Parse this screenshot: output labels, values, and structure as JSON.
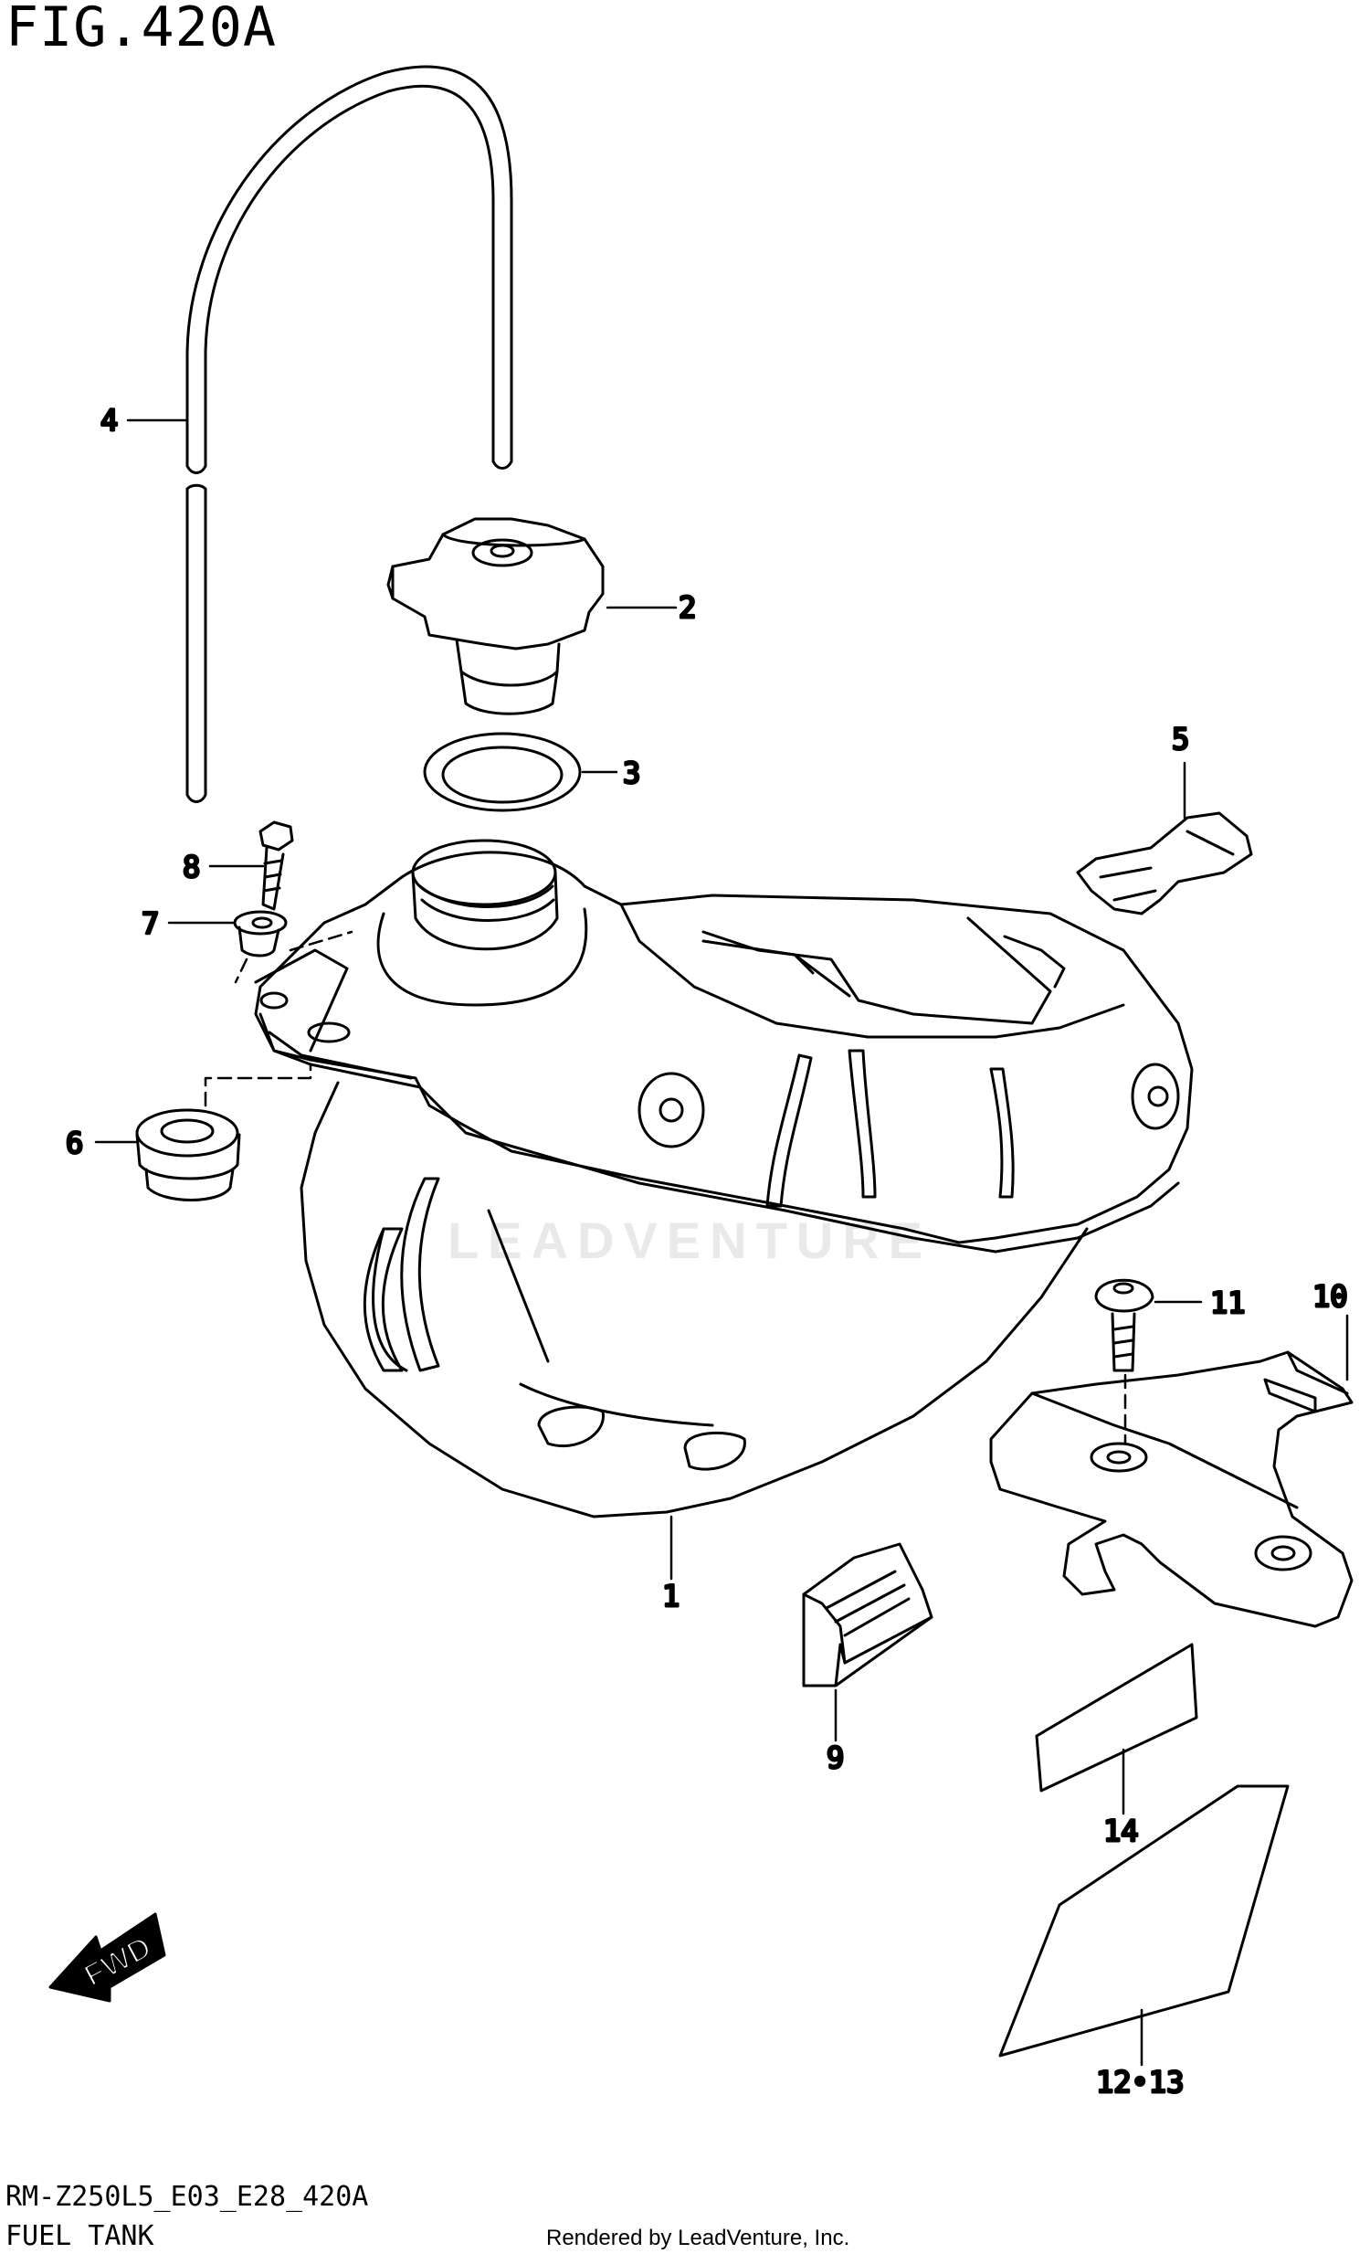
{
  "figure": {
    "title": "FIG.420A",
    "diagram_code": "RM-Z250L5_E03_E28_420A",
    "section_name": "FUEL TANK",
    "credit": "Rendered by LeadVenture, Inc.",
    "watermark": "LEADVENTURE"
  },
  "direction_marker": {
    "label": "FWD",
    "icon": "fwd-arrow-icon"
  },
  "callouts": [
    {
      "id": "1",
      "label": "1",
      "part": "fuel-tank"
    },
    {
      "id": "2",
      "label": "2",
      "part": "fuel-cap"
    },
    {
      "id": "3",
      "label": "3",
      "part": "cap-gasket"
    },
    {
      "id": "4",
      "label": "4",
      "part": "breather-hose"
    },
    {
      "id": "5",
      "label": "5",
      "part": "hose-guide-clip"
    },
    {
      "id": "6",
      "label": "6",
      "part": "rubber-cushion"
    },
    {
      "id": "7",
      "label": "7",
      "part": "collar"
    },
    {
      "id": "8",
      "label": "8",
      "part": "mounting-bolt"
    },
    {
      "id": "9",
      "label": "9",
      "part": "rubber-cushion-pad"
    },
    {
      "id": "10",
      "label": "10",
      "part": "tank-bracket"
    },
    {
      "id": "11",
      "label": "11",
      "part": "bracket-bolt"
    },
    {
      "id": "12-13",
      "label": "12•13",
      "part": "heat-shield-sheet"
    },
    {
      "id": "14",
      "label": "14",
      "part": "label-sheet"
    }
  ]
}
